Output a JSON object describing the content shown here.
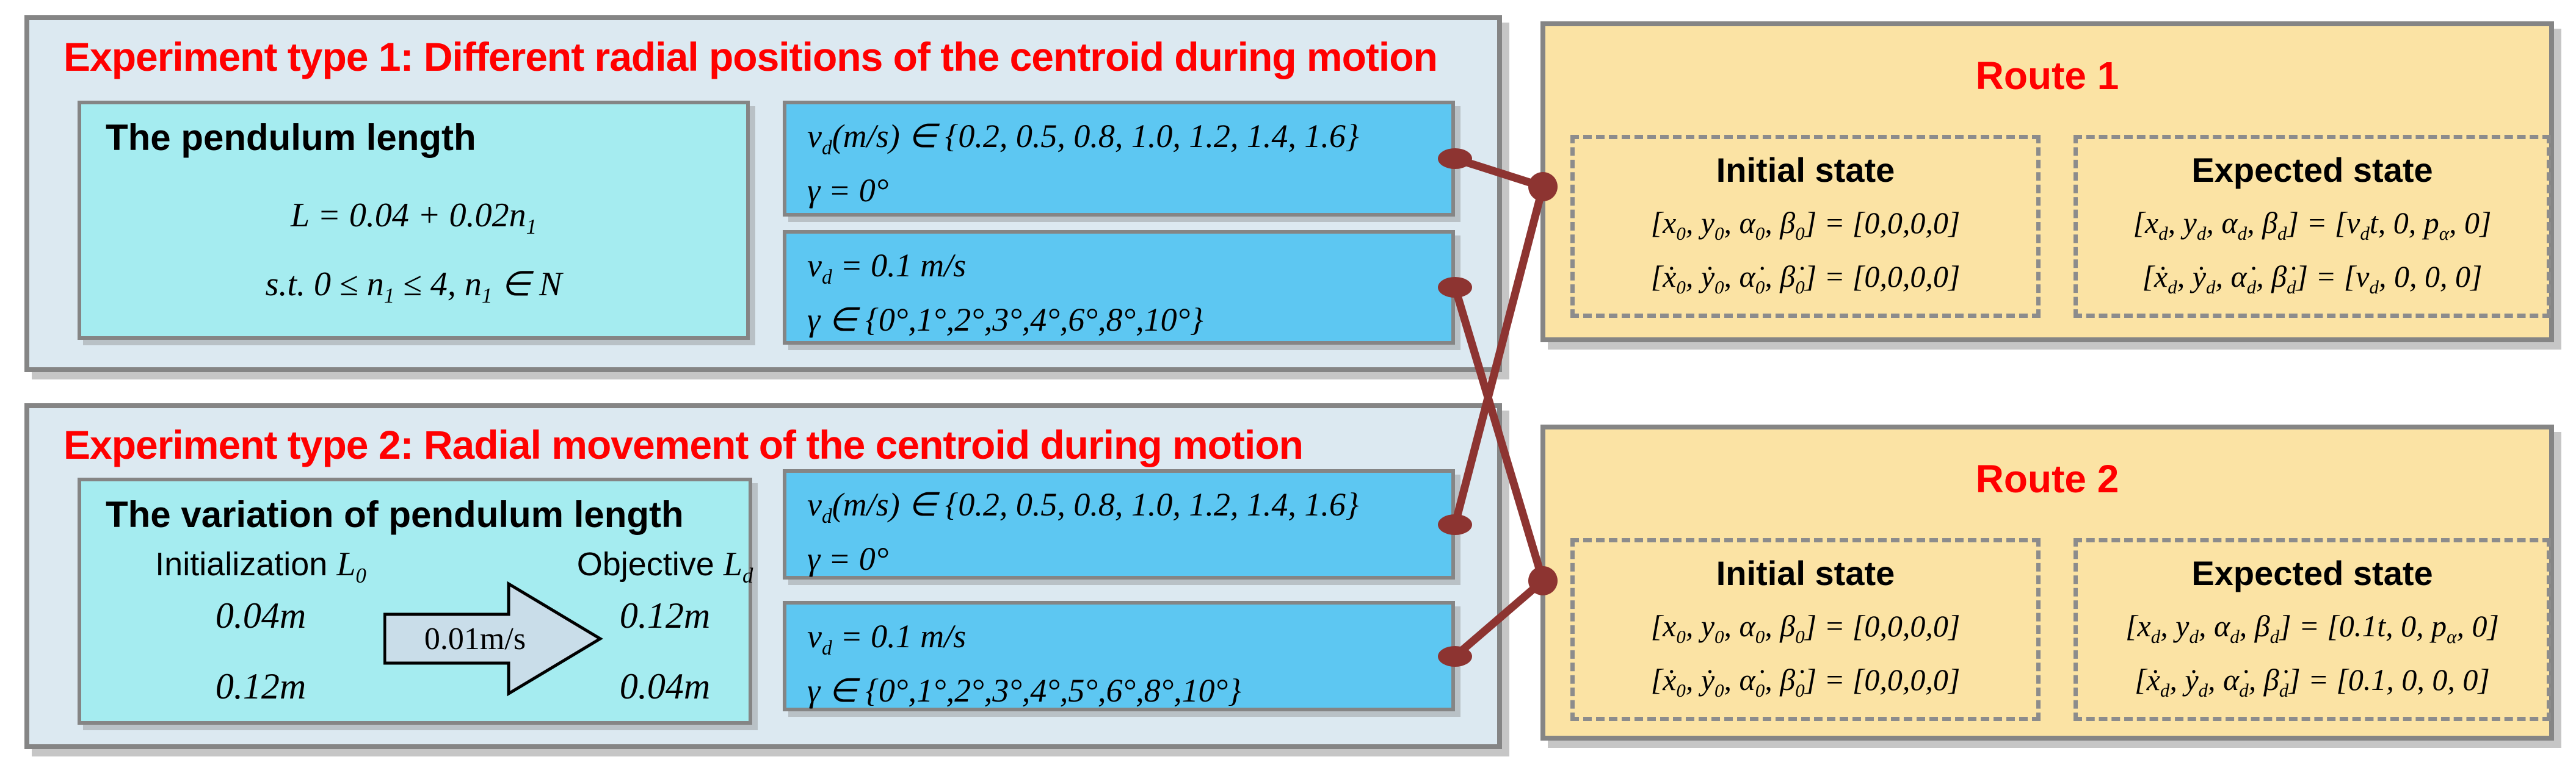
{
  "colors": {
    "title_red": "#ff0000",
    "connector_maroon": "#8d3431",
    "experiment_bg": "#dce9f1",
    "panel_cyan": "#a5ecf0",
    "param_blue": "#5dc7f2",
    "route_bg": "#fbe3a4",
    "border_gray": "#858585",
    "dash_gray": "#8c8c8c",
    "arrow_fill": "#c9dde9",
    "text_black": "#000000"
  },
  "experiments": [
    {
      "title": "Experiment type 1: Different radial positions of the centroid during motion",
      "panel": {
        "heading": "The pendulum length",
        "equations": [
          "L = 0.04 + 0.02n_{1}",
          "s.t.  0 ≤ n_{1} ≤ 4, n_{1} ∈ N"
        ]
      },
      "param_boxes": [
        {
          "lines": [
            "v_{d}(m/s) ∈ {0.2, 0.5, 0.8, 1.0, 1.2, 1.4, 1.6}",
            "γ = 0°"
          ]
        },
        {
          "lines": [
            "v_{d} = 0.1 m/s",
            "γ ∈ {0°,1°,2°,3°,4°,6°,8°,10°}"
          ]
        }
      ]
    },
    {
      "title": "Experiment type 2: Radial movement of the centroid during motion",
      "panel": {
        "heading": "The variation of pendulum length",
        "columns": [
          {
            "label": "Initialization ",
            "symbol": "L_{0}",
            "values": [
              "0.04m",
              "0.12m"
            ]
          },
          {
            "label": "Objective ",
            "symbol": "L_{d}",
            "values": [
              "0.12m",
              "0.04m"
            ]
          }
        ],
        "arrow_label": "0.01m/s"
      },
      "param_boxes": [
        {
          "lines": [
            "v_{d}(m/s) ∈ {0.2, 0.5, 0.8, 1.0, 1.2, 1.4, 1.6}",
            "γ = 0°"
          ]
        },
        {
          "lines": [
            "v_{d} = 0.1 m/s",
            "γ ∈ {0°,1°,2°,3°,4°,5°,6°,8°,10°}"
          ]
        }
      ]
    }
  ],
  "routes": [
    {
      "title": "Route 1",
      "initial": {
        "heading": "Initial state",
        "equations": [
          "[x_{0}, y_{0}, α_{0}, β_{0}] = [0,0,0,0]",
          "[ẋ_{0}, ẏ_{0}, α̇_{0}, β̇_{0}] = [0,0,0,0]"
        ]
      },
      "expected": {
        "heading": "Expected state",
        "equations": [
          "[x_{d}, y_{d}, α_{d}, β_{d}] = [v_{d}t, 0, p_{α}, 0]",
          "[ẋ_{d}, ẏ_{d}, α̇_{d}, β̇_{d}] = [v_{d}, 0, 0, 0]"
        ]
      }
    },
    {
      "title": "Route 2",
      "initial": {
        "heading": "Initial state",
        "equations": [
          "[x_{0}, y_{0}, α_{0}, β_{0}] = [0,0,0,0]",
          "[ẋ_{0}, ẏ_{0}, α̇_{0}, β̇_{0}] = [0,0,0,0]"
        ]
      },
      "expected": {
        "heading": "Expected state",
        "equations": [
          "[x_{d}, y_{d}, α_{d}, β_{d}] = [0.1t, 0, p_{α}, 0]",
          "[ẋ_{d}, ẏ_{d}, α̇_{d}, β̇_{d}] = [0.1, 0, 0, 0]"
        ]
      }
    }
  ]
}
